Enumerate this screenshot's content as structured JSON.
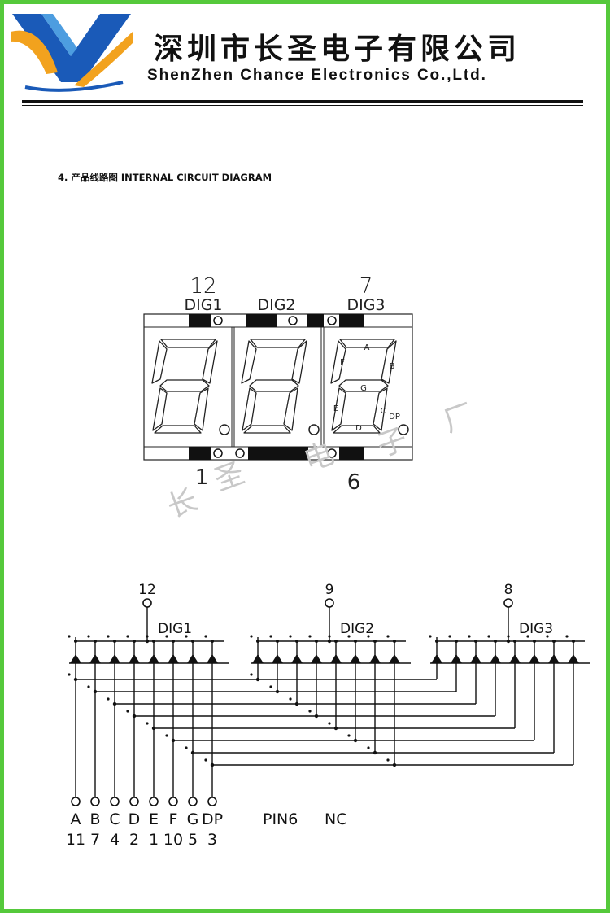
{
  "header": {
    "company_cn": "深圳市长圣电子有限公司",
    "company_en": "ShenZhen Chance Electronics Co.,Ltd.",
    "brand_colors": {
      "blue": "#1a5ab8",
      "orange": "#f2a21e",
      "light_blue": "#4d9de0"
    }
  },
  "section": {
    "title": "4. 产品线路图 INTERNAL CIRCUIT DIAGRAM"
  },
  "display": {
    "top_pins": [
      {
        "number": "12",
        "label": "DIG1"
      },
      {
        "number": "",
        "label": "DIG2"
      },
      {
        "number": "7",
        "label": "DIG3"
      }
    ],
    "bottom_pins": [
      "1",
      "6"
    ],
    "segment_labels": [
      "A",
      "B",
      "C",
      "D",
      "E",
      "F",
      "G",
      "DP"
    ]
  },
  "watermark": [
    "长",
    "圣",
    "电",
    "子",
    "厂"
  ],
  "circuit": {
    "digits": [
      {
        "label": "DIG1",
        "pin": "12"
      },
      {
        "label": "DIG2",
        "pin": "9"
      },
      {
        "label": "DIG3",
        "pin": "8"
      }
    ],
    "segments": [
      {
        "name": "A",
        "pin": "11"
      },
      {
        "name": "B",
        "pin": "7"
      },
      {
        "name": "C",
        "pin": "4"
      },
      {
        "name": "D",
        "pin": "2"
      },
      {
        "name": "E",
        "pin": "1"
      },
      {
        "name": "F",
        "pin": "10"
      },
      {
        "name": "G",
        "pin": "5"
      },
      {
        "name": "DP",
        "pin": "3"
      }
    ],
    "pin6_label": "PIN6",
    "pin6_value": "NC"
  }
}
